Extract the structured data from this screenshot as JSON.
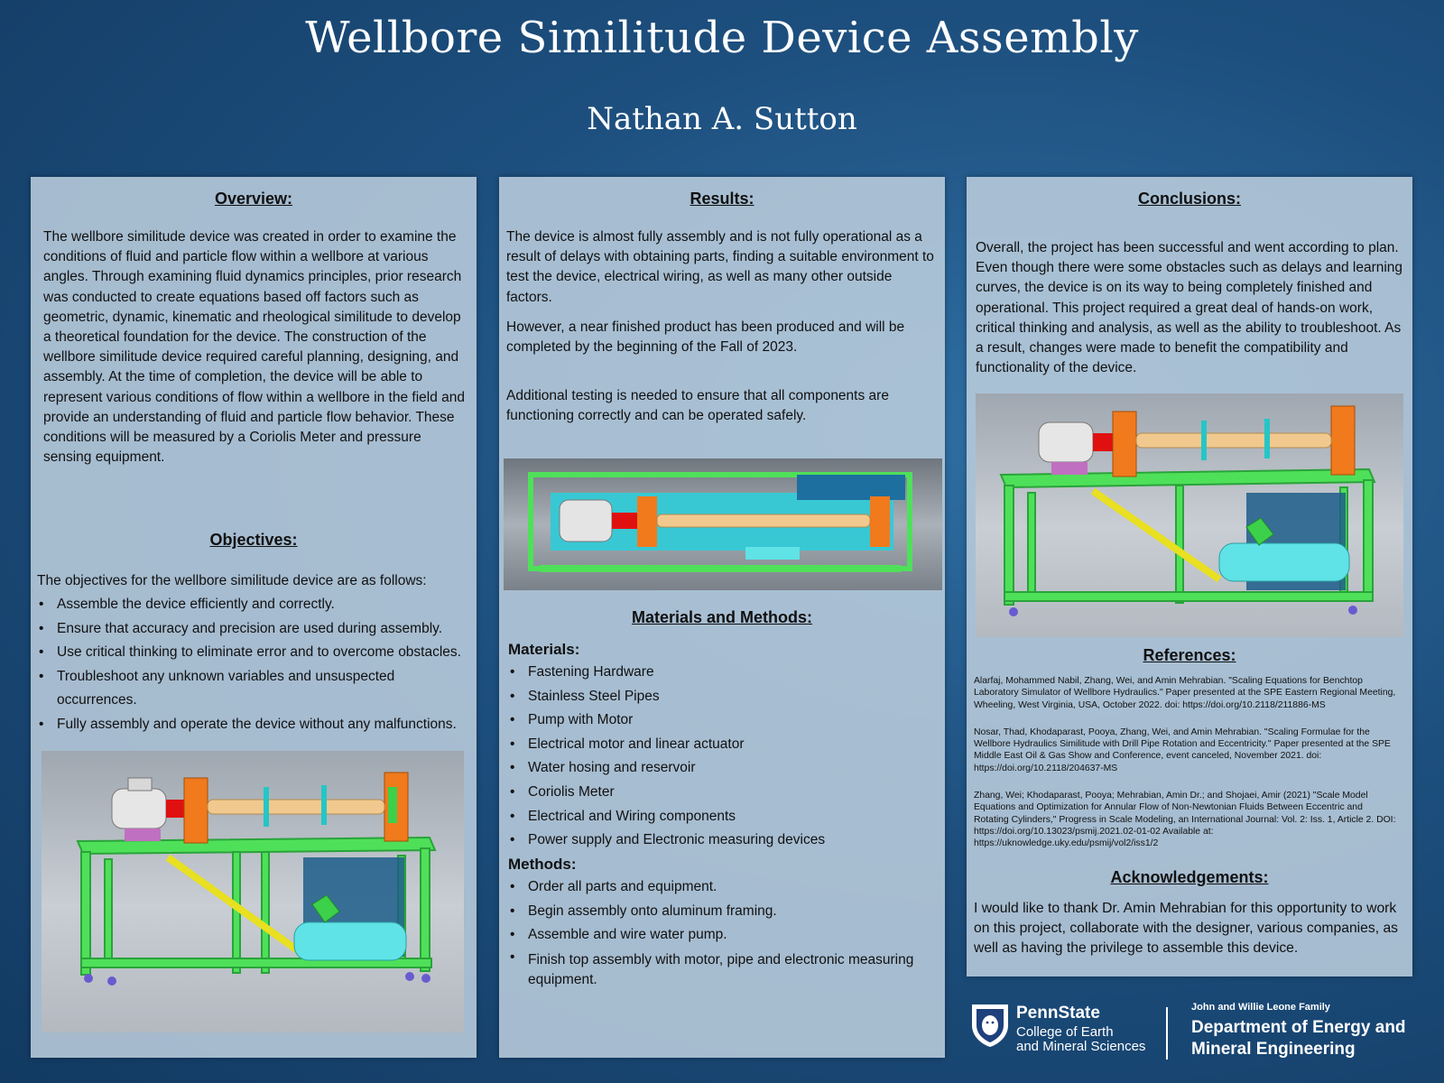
{
  "title": "Wellbore Similitude Device Assembly",
  "author": "Nathan A. Sutton",
  "overview": {
    "heading": "Overview:",
    "text": "The wellbore similitude device was created in order to examine the conditions of fluid and particle flow within a wellbore at various angles. Through examining fluid dynamics principles, prior research was conducted to create equations based off factors such as geometric, dynamic, kinematic and rheological similitude to develop a theoretical foundation for the device.  The construction of the wellbore similitude device required careful planning, designing, and assembly. At the time of completion, the device will be able to represent various conditions of flow within a wellbore in the field and provide an understanding of fluid and particle flow behavior.  These conditions will be measured by a Coriolis Meter and pressure sensing equipment."
  },
  "objectives": {
    "heading": "Objectives:",
    "intro": "The objectives for the wellbore similitude device are as follows:",
    "items": [
      "Assemble the device efficiently and correctly.",
      "Ensure that accuracy and precision are used during assembly.",
      "Use critical thinking to eliminate error and to overcome obstacles.",
      "Troubleshoot any unknown variables and unsuspected occurrences.",
      "Fully assembly and operate the device without any malfunctions."
    ]
  },
  "results": {
    "heading": "Results:",
    "p1": "The device is almost fully assembly and is not fully operational as a result of delays with obtaining parts, finding a suitable environment to test the device, electrical wiring, as well as many other outside factors.",
    "p2": "However, a near finished product has been produced and will be completed by the beginning of the Fall of 2023.",
    "p3": "Additional testing is needed to ensure that all components are functioning correctly and can be operated safely."
  },
  "materials_methods": {
    "heading": "Materials and Methods:",
    "materials_label": "Materials:",
    "materials": [
      "Fastening Hardware",
      "Stainless Steel Pipes",
      "Pump with Motor",
      "Electrical motor and linear actuator",
      "Water hosing and reservoir",
      "Coriolis Meter",
      "Electrical and Wiring components",
      "Power supply and Electronic measuring devices"
    ],
    "methods_label": "Methods:",
    "methods": [
      "Order all parts and equipment.",
      "Begin assembly onto aluminum framing.",
      "Assemble and wire water pump.",
      "Finish top assembly with motor, pipe and electronic measuring equipment."
    ]
  },
  "conclusions": {
    "heading": "Conclusions:",
    "text": "Overall, the project has been successful and went according to plan. Even though there were some obstacles such as delays and learning curves, the device is on its way to being completely finished and operational. This project required a great deal of hands-on work, critical thinking and analysis, as well as the ability to troubleshoot. As a result, changes were made to benefit the compatibility and functionality of the device."
  },
  "references": {
    "heading": "References:",
    "items": [
      "Alarfaj, Mohammed Nabil, Zhang, Wei, and Amin Mehrabian. \"Scaling Equations for Benchtop Laboratory Simulator of Wellbore Hydraulics.\" Paper presented at the SPE Eastern Regional Meeting, Wheeling, West Virginia, USA, October 2022. doi: https://doi.org/10.2118/211886-MS",
      "Nosar, Thad, Khodaparast, Pooya, Zhang, Wei, and Amin Mehrabian. \"Scaling Formulae for the Wellbore Hydraulics Similitude with Drill Pipe Rotation and Eccentricity.\" Paper presented at the SPE Middle East Oil & Gas Show and Conference, event canceled, November 2021. doi: https://doi.org/10.2118/204637-MS",
      "Zhang, Wei; Khodaparast, Pooya; Mehrabian, Amin Dr.; and Shojaei, Amir (2021) \"Scale Model Equations and Optimization for Annular Flow of Non-Newtonian Fluids Between Eccentric and Rotating Cylinders,\" Progress in Scale Modeling, an International Journal: Vol. 2: Iss. 1, Article 2. DOI: https://doi.org/10.13023/psmij.2021.02-01-02 Available at: https://uknowledge.uky.edu/psmij/vol2/iss1/2"
    ]
  },
  "acknowledgements": {
    "heading": "Acknowledgements:",
    "text": "I would like to thank Dr. Amin Mehrabian for this opportunity to work on this project, collaborate with the designer, various companies, as well as having the privilege to assemble this device."
  },
  "logos": {
    "pennstate_name": "PennState",
    "pennstate_line1": "College of Earth",
    "pennstate_line2": "and Mineral Sciences",
    "dept_small": "John and Willie Leone Family",
    "dept_line1": "Department of Energy and",
    "dept_line2": "Mineral Engineering"
  },
  "colors": {
    "background": "#1d4f7e",
    "panel": "#becfde",
    "frame_green": "#4fe05a",
    "cylinder_cyan": "#5fe3e6",
    "flange_orange": "#f07a1c",
    "pipe_tan": "#f1c98e",
    "actuator_yellow": "#e8e020"
  },
  "icons": [
    "penn-state-shield-icon"
  ]
}
